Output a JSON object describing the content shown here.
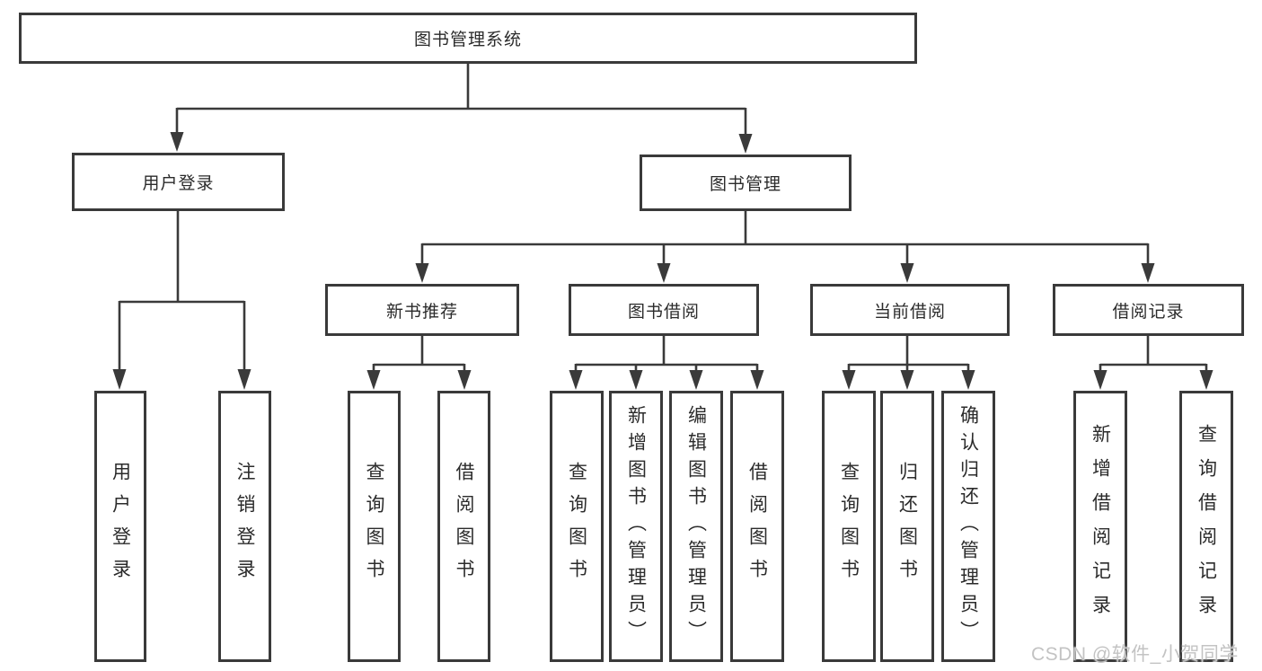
{
  "diagram": {
    "root": "图书管理系统",
    "branches": {
      "user": {
        "label": "用户登录",
        "leaves": [
          "用户登录",
          "注销登录"
        ]
      },
      "books": {
        "label": "图书管理",
        "sections": {
          "recommend": {
            "label": "新书推荐",
            "leaves": [
              "查询图书",
              "借阅图书"
            ]
          },
          "borrow": {
            "label": "图书借阅",
            "leaves": [
              "查询图书",
              "新增图书（管理员）",
              "编辑图书（管理员）",
              "借阅图书"
            ]
          },
          "current": {
            "label": "当前借阅",
            "leaves": [
              "查询图书",
              "归还图书",
              "确认归还（管理员）"
            ]
          },
          "records": {
            "label": "借阅记录",
            "leaves": [
              "新增借阅记录",
              "查询借阅记录"
            ]
          }
        }
      }
    }
  },
  "watermark": "CSDN @软件_小贺同学",
  "colors": {
    "line": "#3a3a3a",
    "text": "#2b2b2b",
    "watermark": "#c3c3c3",
    "background": "#ffffff"
  }
}
